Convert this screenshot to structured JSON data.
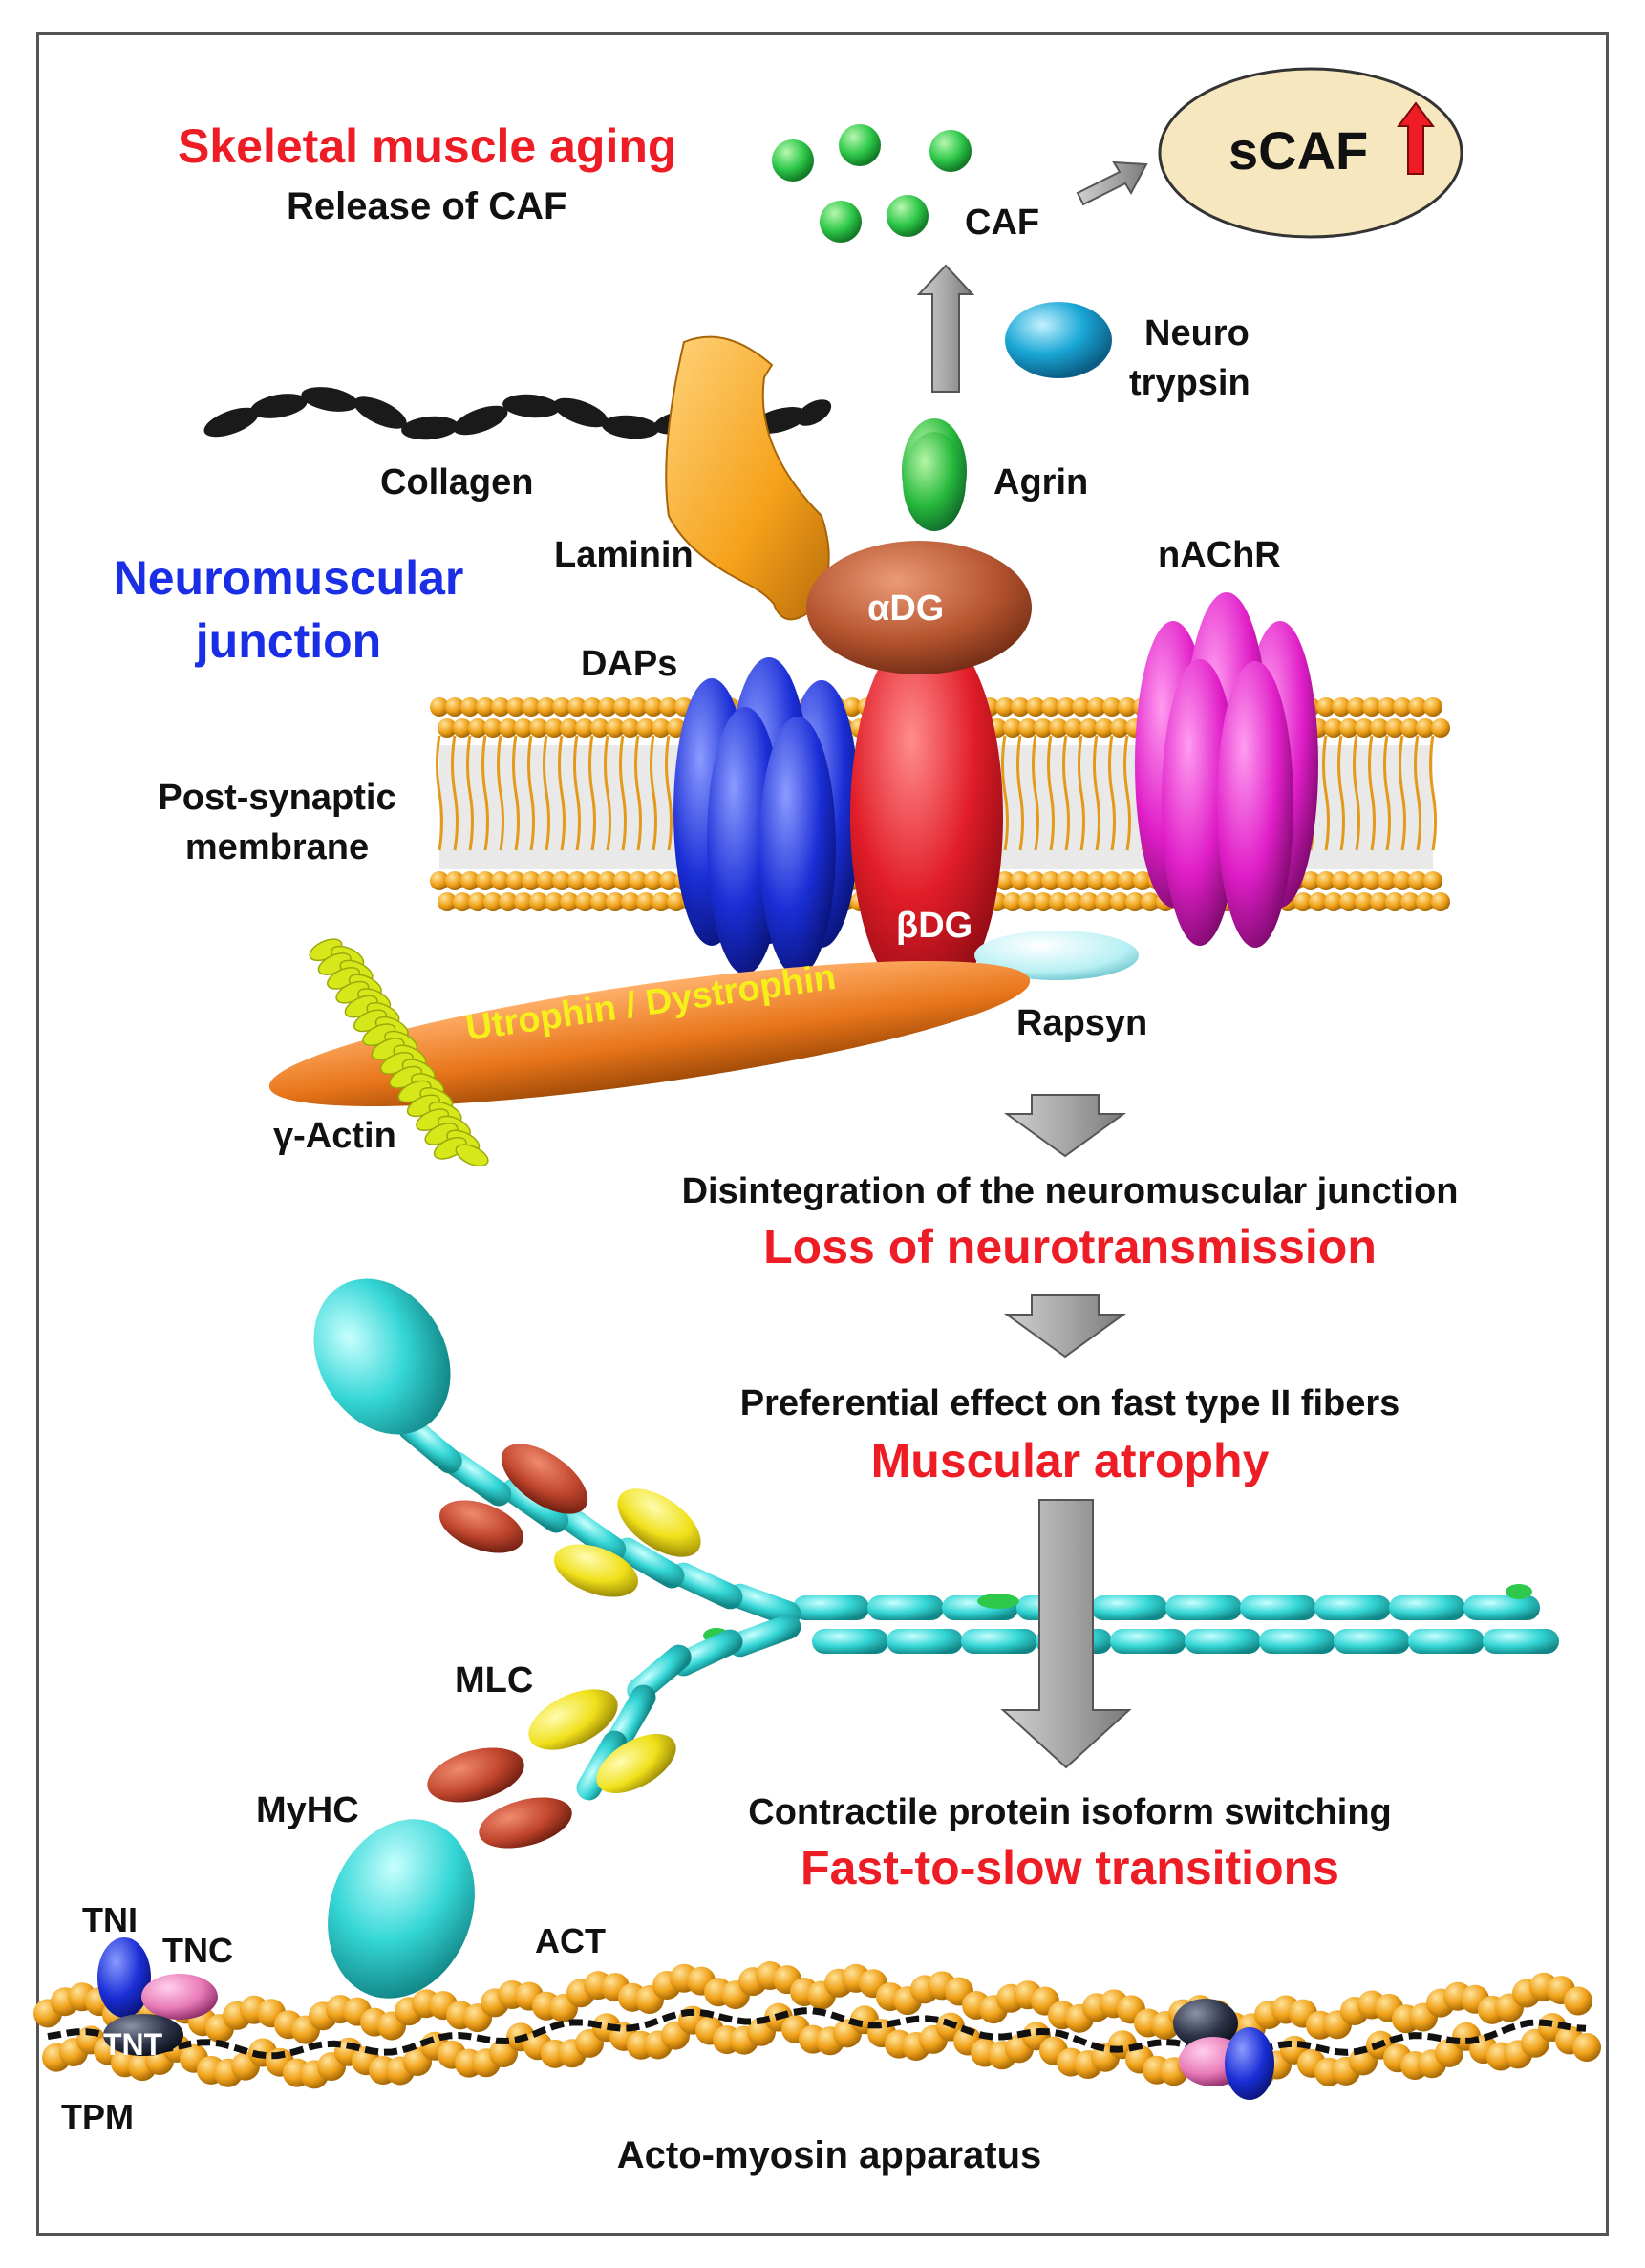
{
  "colors": {
    "highlight_red": "#ee1c24",
    "nmj_blue": "#1a2ee6",
    "text_black": "#111111",
    "caf_green": "#2ec84a",
    "neurotrypsin_blue": "#1aa7d6",
    "laminin_orange": "#f5a21b",
    "alphaDG_brown": "#b4542f",
    "betaDG_red": "#e11d28",
    "daps_blue": "#1a2ed6",
    "nachr_magenta": "#e01ec8",
    "membrane_orange": "#f0a21a",
    "dystrophin_orange": "#e8751a",
    "gamma_actin_yellow": "#d6e81a",
    "rapsyn_cyan": "#b8f0f4",
    "myosin_cyan": "#35d6d6",
    "mlc_red": "#c0452d",
    "mlc_yellow": "#f0e01a",
    "actin_orange": "#f3a51b",
    "scaf_box": "#f7e7bf",
    "arrow_gray": "#9a9a9a"
  },
  "header": {
    "title": "Skeletal muscle aging",
    "subtitle": "Release of CAF"
  },
  "caf": {
    "label": "CAF",
    "scaf_label": "sCAF",
    "scaf_arrow_icon": "up-arrow-icon"
  },
  "proteins": {
    "neurotrypsin_line1": "Neuro",
    "neurotrypsin_line2": "trypsin",
    "collagen": "Collagen",
    "agrin": "Agrin",
    "laminin": "Laminin",
    "alpha_dg": "αDG",
    "nachr": "nAChR",
    "daps": "DAPs",
    "beta_dg": "βDG",
    "rapsyn": "Rapsyn",
    "utrophin_dystrophin": "Utrophin / Dystrophin",
    "gamma_actin": "γ-Actin"
  },
  "nmj": {
    "line1": "Neuromuscular",
    "line2": "junction"
  },
  "membrane": {
    "line1": "Post-synaptic",
    "line2": "membrane"
  },
  "steps": [
    {
      "description": "Disintegration of the neuromuscular junction",
      "effect": "Loss of neurotransmission"
    },
    {
      "description": "Preferential effect on fast type II fibers",
      "effect": "Muscular atrophy"
    },
    {
      "description": "Contractile protein isoform switching",
      "effect": "Fast-to-slow transitions"
    }
  ],
  "myosin": {
    "mlc": "MLC",
    "myhc": "MyHC"
  },
  "actomyosin": {
    "tni": "TNI",
    "tnc": "TNC",
    "tnt": "TNT",
    "tpm": "TPM",
    "act": "ACT",
    "title": "Acto-myosin apparatus"
  }
}
